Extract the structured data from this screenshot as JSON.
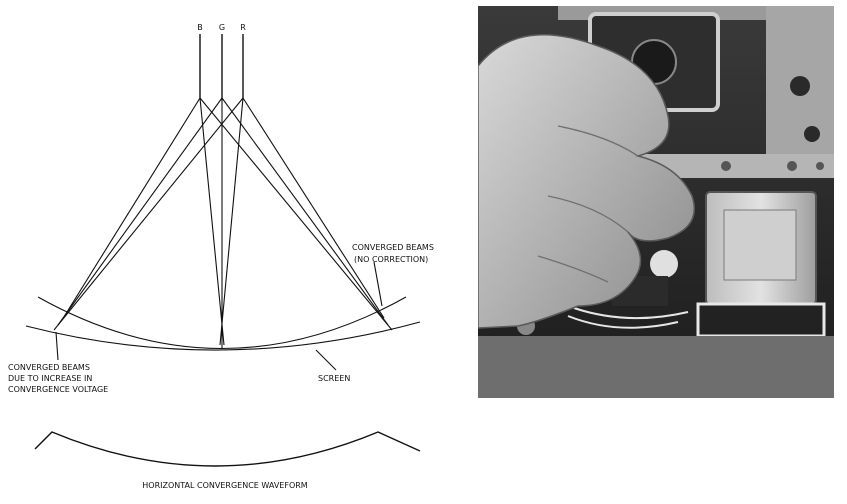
{
  "diagram": {
    "guns": [
      {
        "label": "B"
      },
      {
        "label": "G"
      },
      {
        "label": "R"
      }
    ],
    "callouts": {
      "no_correction_line1": "CONVERGED BEAMS",
      "no_correction_line2": "(NO CORRECTION)",
      "increase_line1": "CONVERGED BEAMS",
      "increase_line2": "DUE TO INCREASE IN",
      "increase_line3": "CONVERGENCE VOLTAGE",
      "screen": "SCREEN"
    },
    "waveform_caption": "HORIZONTAL CONVERGENCE WAVEFORM"
  },
  "photo": {
    "subject": "hand adjusting convergence controls inside a color TV chassis",
    "tone": "black-and-white"
  }
}
